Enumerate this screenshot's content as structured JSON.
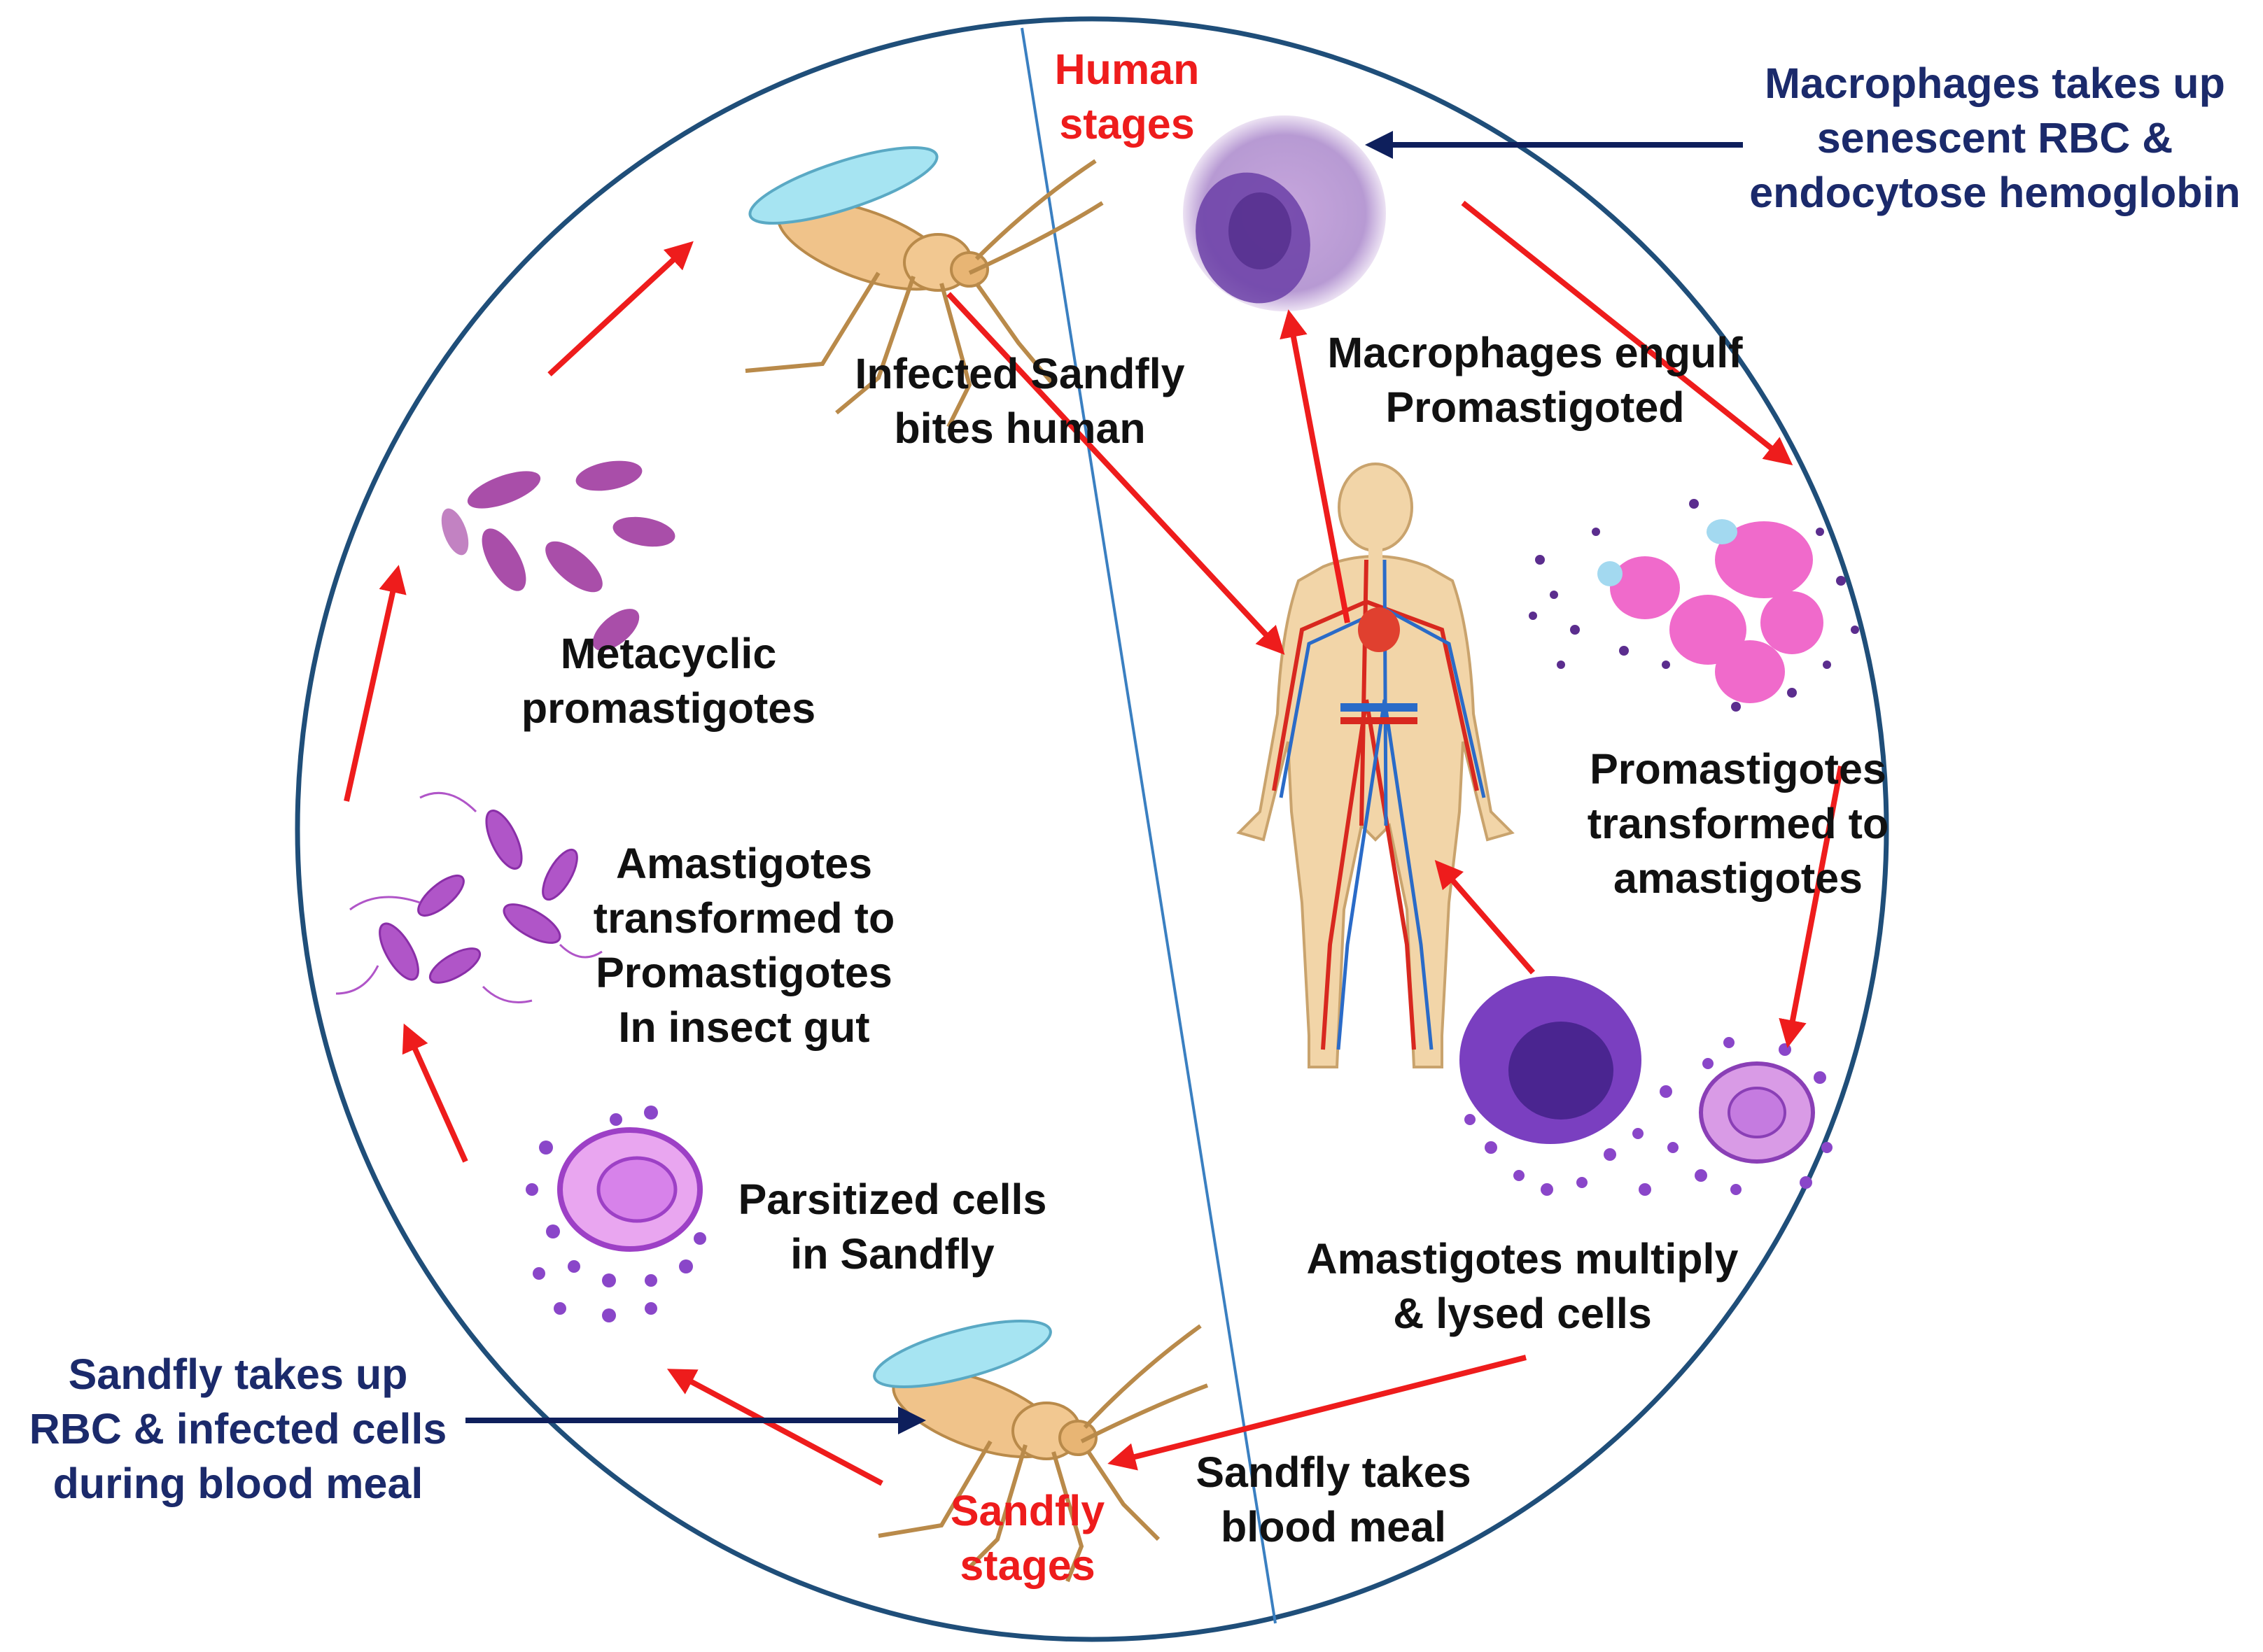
{
  "diagram": {
    "colors": {
      "circle": "#1f4e79",
      "divider": "#3a7fc1",
      "cycle_arrow": "#ee1c1c",
      "pointer_arrow": "#0e1f5c",
      "label_text": "#111111",
      "external_text": "#1b2a6b",
      "stage_heading": "#ee1c1c"
    },
    "stage_headings": {
      "human_stages": "Human\nstages",
      "sandfly_stages": "Sandfly\nstages"
    },
    "external_notes": {
      "macrophage_note": "Macrophages takes up\nsenescent RBC &\nendocytose hemoglobin",
      "sandfly_note": "Sandfly takes up\nRBC & infected cells\nduring blood meal"
    },
    "steps": {
      "infected_sandfly_bites": "Infected Sandfly\nbites human",
      "macrophages_engulf": "Macrophages engulf\nPromastigoted",
      "promastigotes_transformed": "Promastigotes\ntransformed to\namastigotes",
      "amastigotes_multiply": "Amastigotes multiply\n& lysed cells",
      "sandfly_blood_meal": "Sandfly takes\nblood meal",
      "parasitized_cells": "Parsitized cells\nin Sandfly",
      "amastigotes_to_promastigotes": "Amastigotes\ntransformed to\nPromastigotes\nIn insect gut",
      "metacyclic": "Metacyclic\npromastigotes"
    },
    "icons": {
      "sandfly_top": "sandfly-icon",
      "sandfly_bottom": "sandfly-icon",
      "macrophage": "macrophage-cell-icon",
      "human": "human-body-icon",
      "infected_macrophages": "infected-macrophage-cells-icon",
      "lysed_cells": "lysed-cells-icon",
      "parasitized_cell": "parasitized-cell-icon",
      "promastigote_forms": "promastigote-forms-icon",
      "metacyclic_forms": "metacyclic-promastigote-icon"
    }
  }
}
